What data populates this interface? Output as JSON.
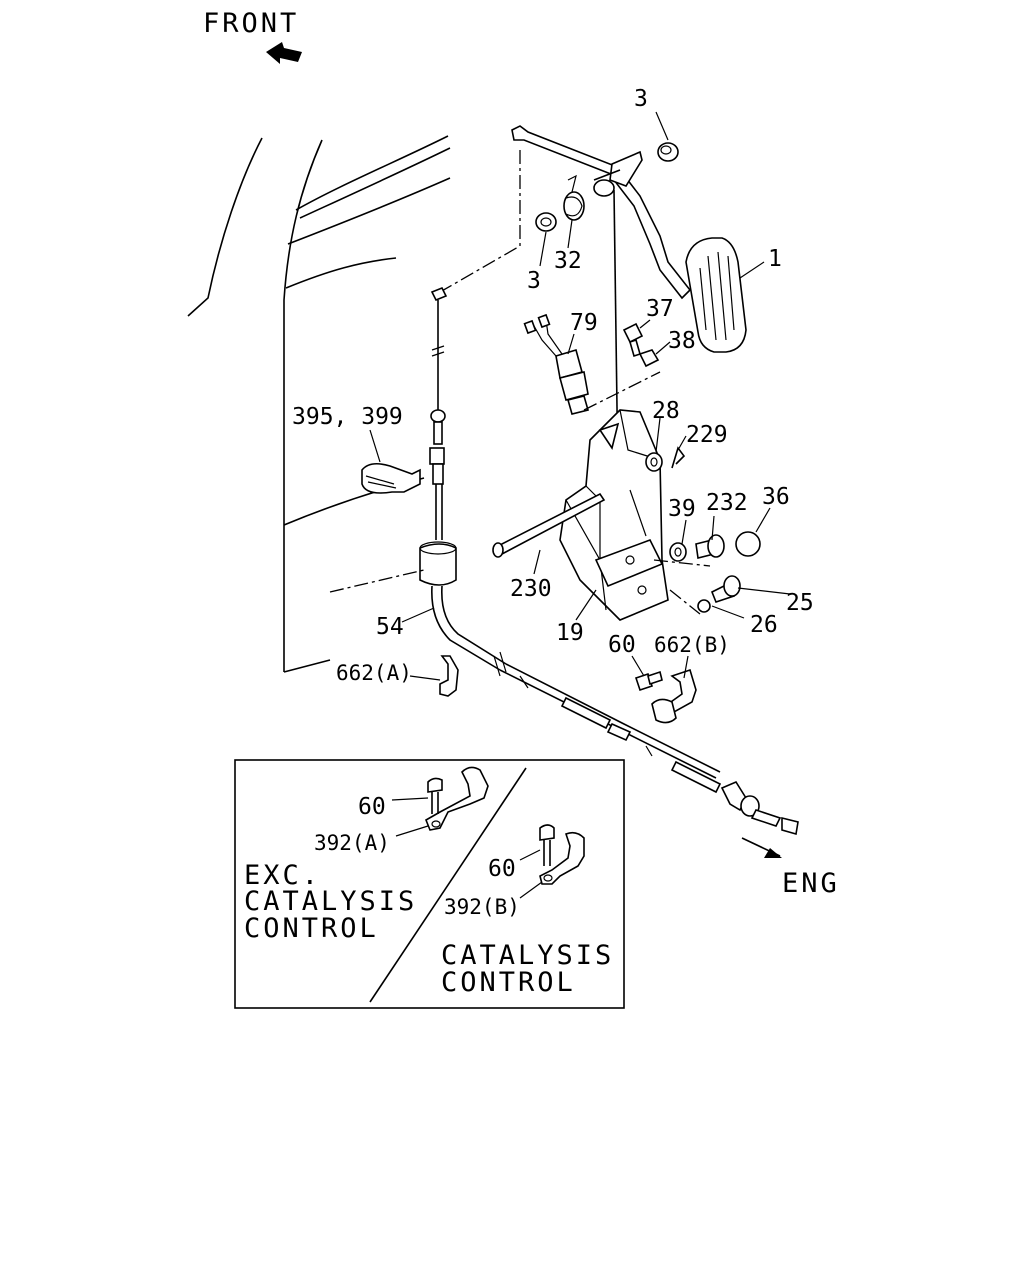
{
  "direction": {
    "front": "FRONT",
    "engine": "ENG"
  },
  "callouts": {
    "c1": "1",
    "c3_top": "3",
    "c3_bottom": "3",
    "c19": "19",
    "c25": "25",
    "c26": "26",
    "c28": "28",
    "c32": "32",
    "c36": "36",
    "c37": "37",
    "c38": "38",
    "c39": "39",
    "c54": "54",
    "c60_main": "60",
    "c60_inset_a": "60",
    "c60_inset_b": "60",
    "c79": "79",
    "c229": "229",
    "c230": "230",
    "c232": "232",
    "c395_399": "395, 399",
    "c392a": "392(A)",
    "c392b": "392(B)",
    "c662a": "662(A)",
    "c662b": "662(B)"
  },
  "inset": {
    "left_line1": "EXC.",
    "left_line2": "CATALYSIS",
    "left_line3": "CONTROL",
    "right_line1": "CATALYSIS",
    "right_line2": "CONTROL"
  }
}
